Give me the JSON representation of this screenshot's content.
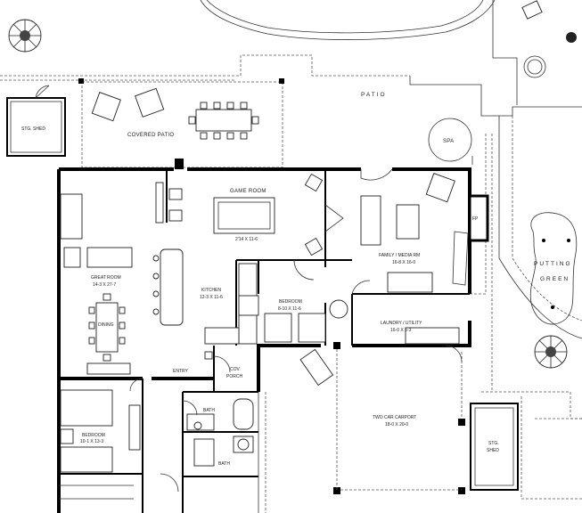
{
  "rooms": {
    "patio": "PATIO",
    "spa": "SPA",
    "covered_patio": "COVERED PATIO",
    "stg_shed_left": "STG. SHED",
    "game_room": "GAME ROOM",
    "game_room_table": "2'14 X 11-6",
    "family_media": "FAMILY / MEDIA RM",
    "family_media_dim": "16-8 X 16-0",
    "fireplace": "FP",
    "putting_green_1": "PUTTING",
    "putting_green_2": "GREEN",
    "great_room": "GREAT ROOM",
    "great_room_dim": "14-3 X 27-7",
    "dining": "DINING",
    "kitchen": "KITCHEN",
    "kitchen_dim": "12-3 X 11-6",
    "bedroom_mid": "BEDROOM",
    "bedroom_mid_dim": "8-10 X 11-6",
    "laundry": "LAUNDRY / UTILITY",
    "laundry_dim": "16-0 X 5-3",
    "entry": "ENTRY",
    "cov_porch_1": "COV.",
    "cov_porch_2": "PORCH",
    "bath_top": "BATH",
    "bath_bottom": "BATH",
    "bedroom_left": "BEDROOM",
    "bedroom_left_dim": "10-1 X 13-3",
    "carport": "TWO CAR CARPORT",
    "carport_dim": "18-0 X 20-0",
    "stg_shed_right_1": "STG.",
    "stg_shed_right_2": "SHED"
  }
}
